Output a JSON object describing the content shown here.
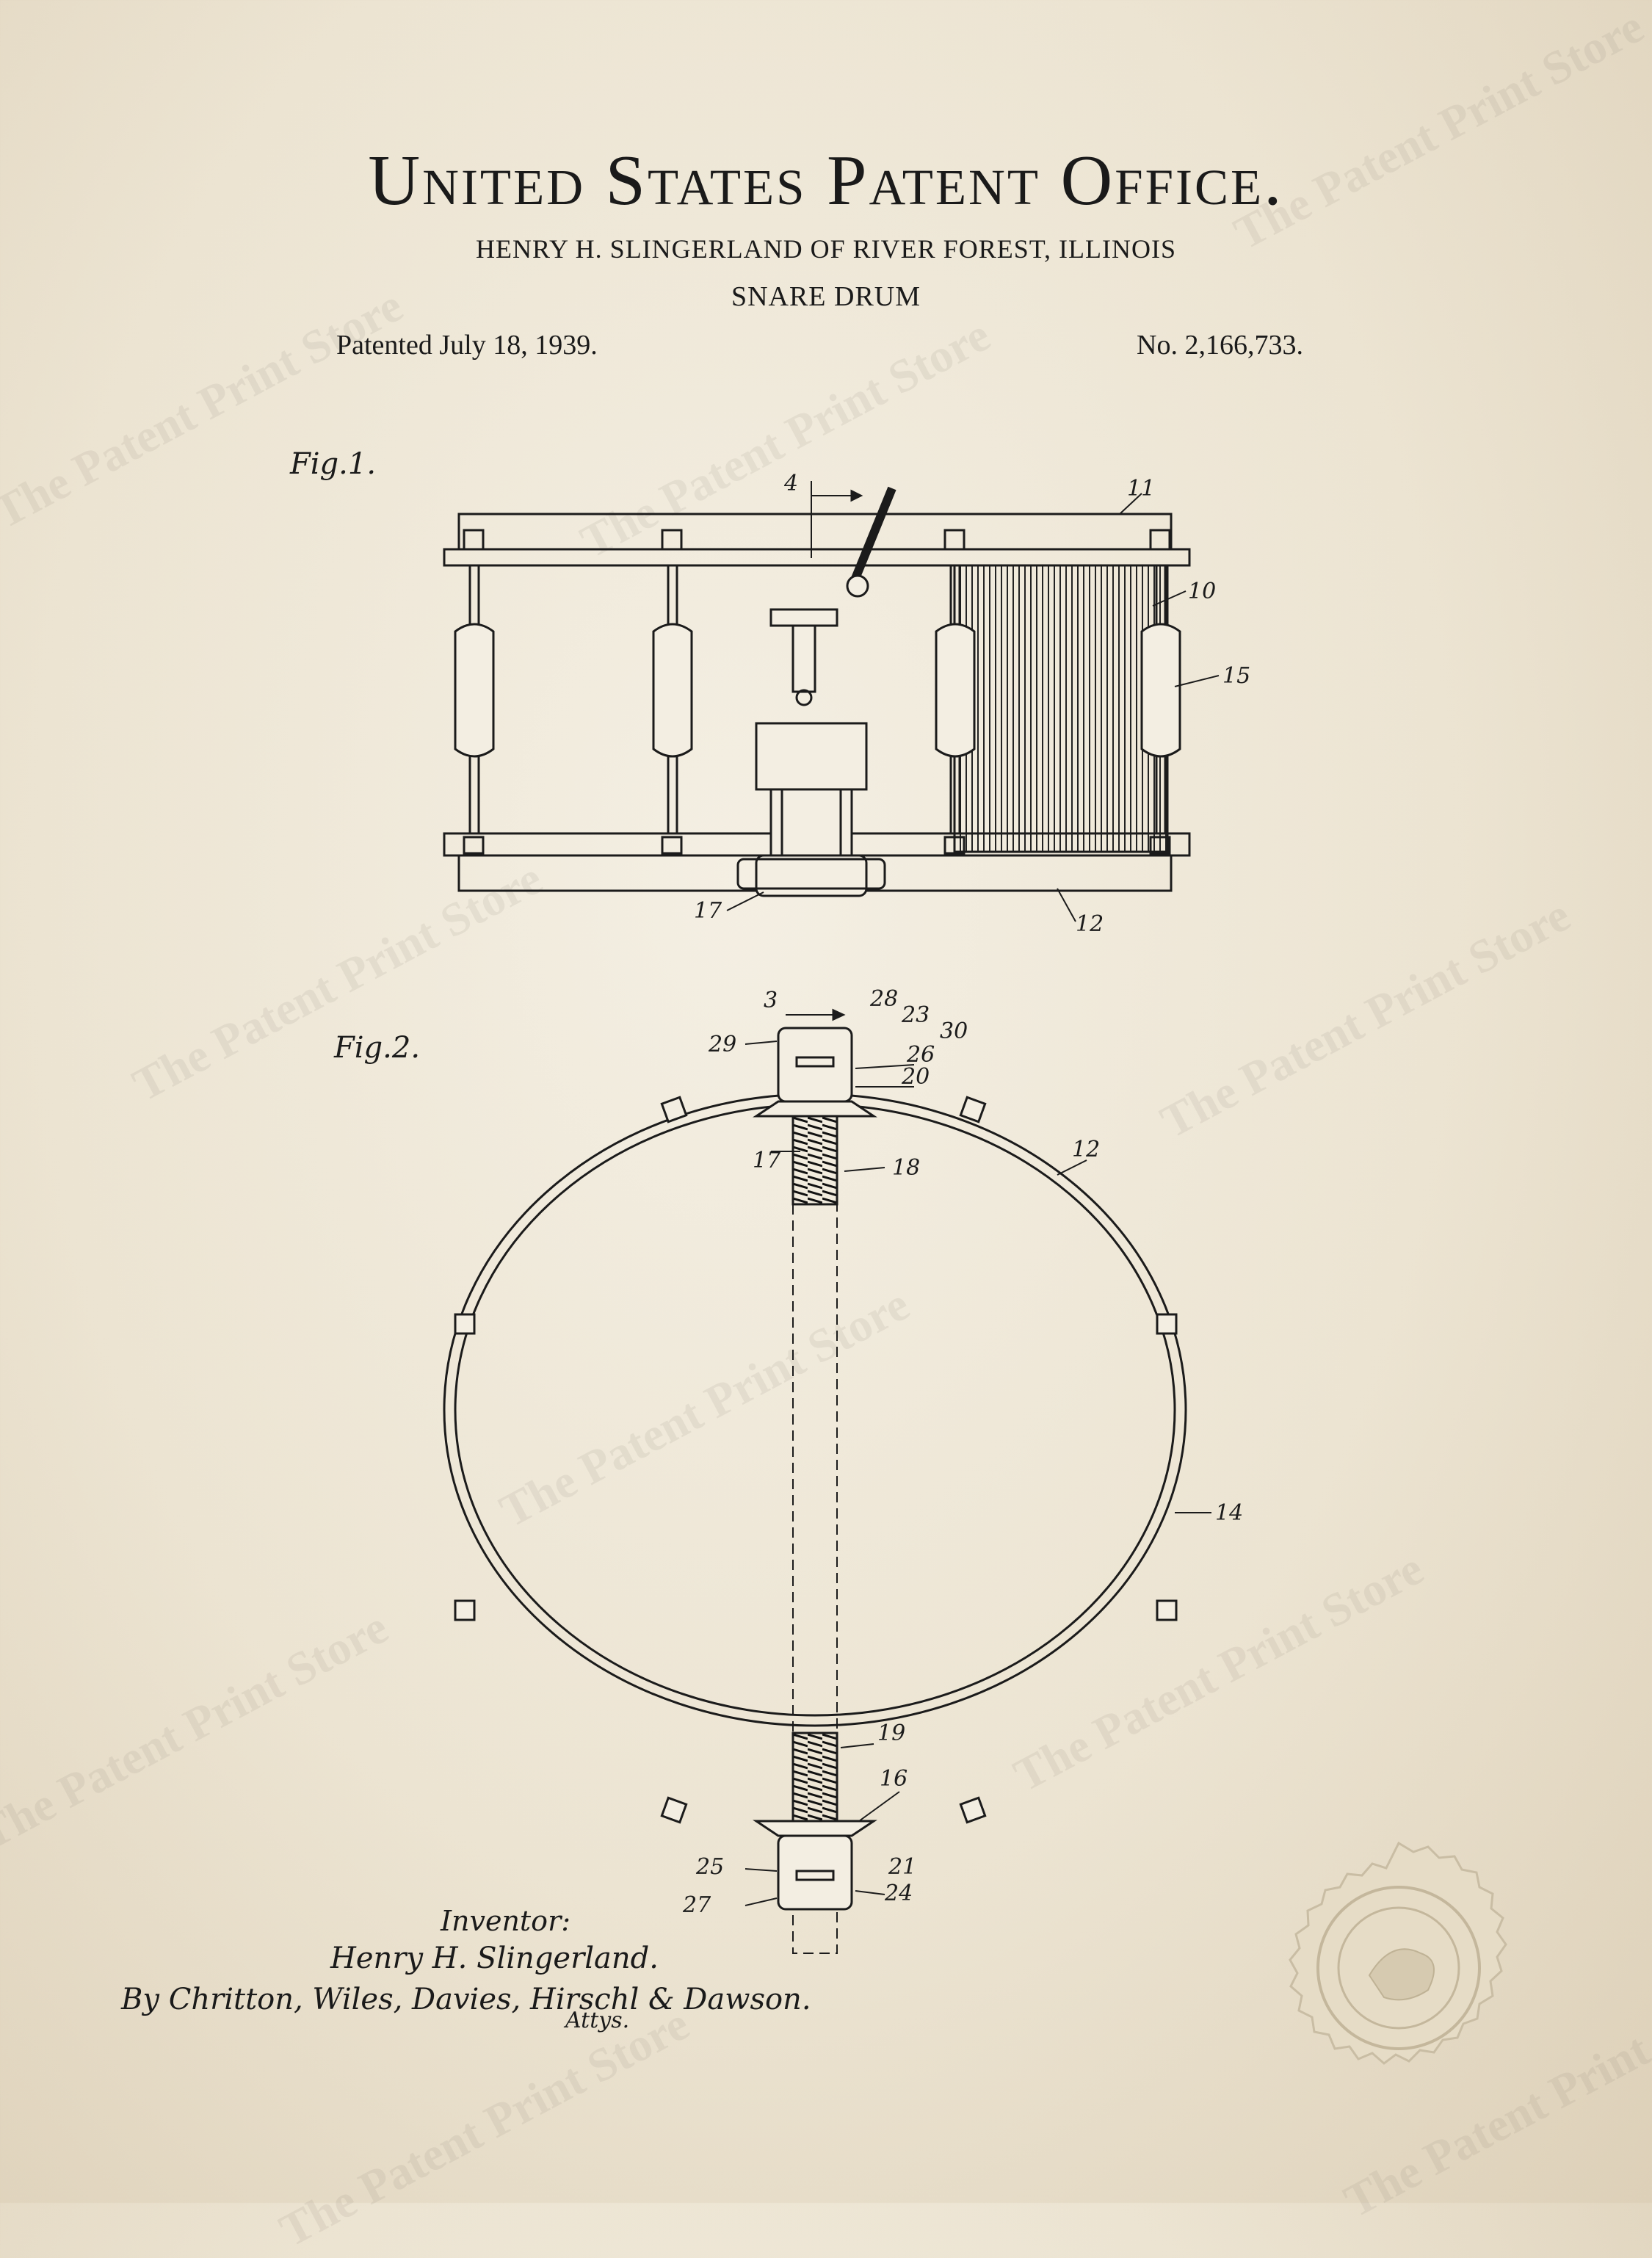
{
  "header": {
    "office": "United States Patent Office.",
    "inventor_line": "HENRY H. SLINGERLAND OF RIVER FOREST, ILLINOIS",
    "subject": "SNARE DRUM",
    "patented": "Patented July 18, 1939.",
    "number": "No. 2,166,733."
  },
  "figures": {
    "fig1": {
      "label": "Fig.1.",
      "refs": {
        "r4": "4",
        "r11": "11",
        "r10": "10",
        "r15": "15",
        "r17": "17",
        "r12": "12"
      }
    },
    "fig2": {
      "label": "Fig.2.",
      "refs": {
        "r3": "3",
        "r28": "28",
        "r23": "23",
        "r30": "30",
        "r29": "29",
        "r26": "26",
        "r20": "20",
        "r17": "17",
        "r18": "18",
        "r12": "12",
        "r14": "14",
        "r19": "19",
        "r16": "16",
        "r25": "25",
        "r21": "21",
        "r27": "27",
        "r24": "24"
      }
    }
  },
  "signature": {
    "heading": "Inventor:",
    "name": "Henry H. Slingerland.",
    "attorneys": "By Chritton, Wiles, Davies, Hirschl & Dawson.",
    "attys": "Attys."
  },
  "watermark": "The Patent Print Store"
}
